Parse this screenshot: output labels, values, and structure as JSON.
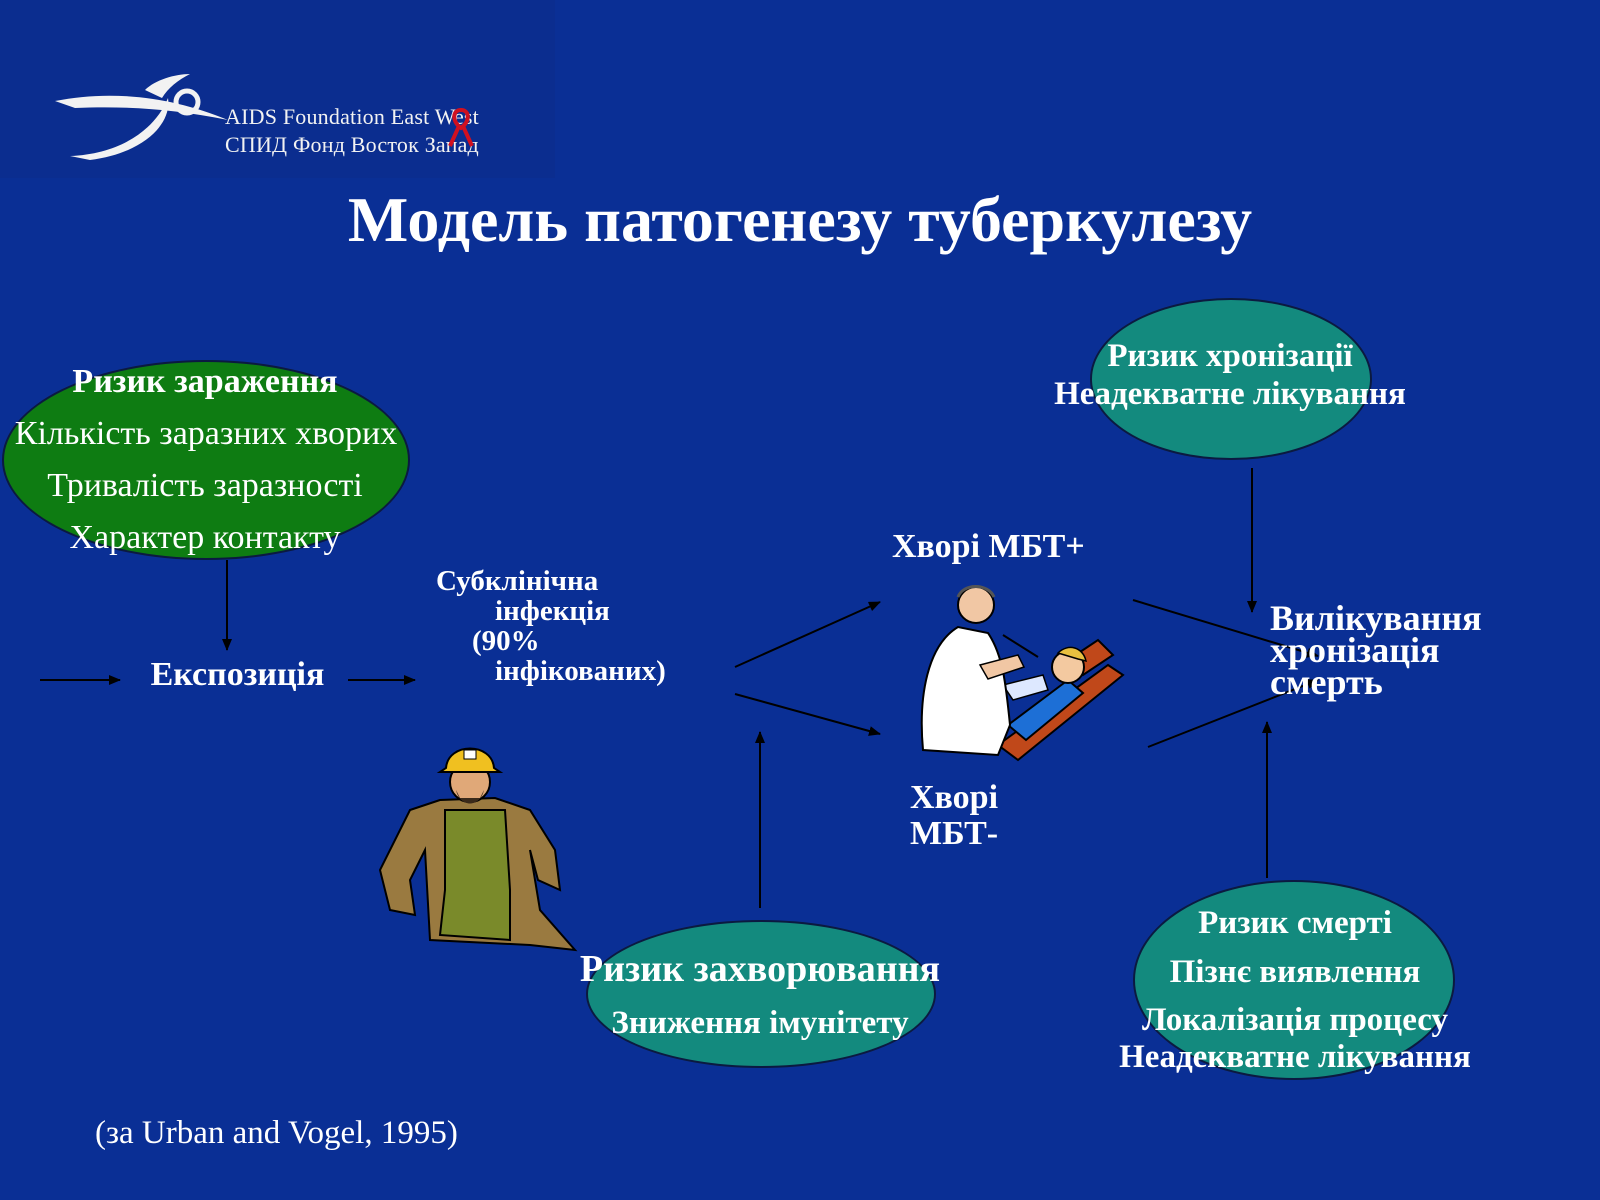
{
  "logo": {
    "line1": "AIDS Foundation East West",
    "line2": "СПИД Фонд Восток Запад"
  },
  "title": "Модель патогенезу туберкулезу",
  "colors": {
    "background": "#0a2f95",
    "green_ellipse": "#0e7c12",
    "teal_ellipse": "#138a7e",
    "arrow": "#000000",
    "text": "#ffffff"
  },
  "risk_infection": {
    "heading": "Ризик зараження",
    "lines": [
      "Кількість заразних хворих",
      "Тривалість заразності",
      "Характер контакту"
    ]
  },
  "exposure": "Експозиція",
  "subclinical": {
    "line1": "Субклінічна",
    "line2": "інфекція",
    "line3": "(90%",
    "line4": "інфікованих)"
  },
  "patients_pos": "Хворі МБТ+",
  "patients_neg": {
    "line1": "Хворі",
    "line2": "МБТ-"
  },
  "risk_chronic": {
    "heading": "Ризик хронізації",
    "line1": "Неадекватне лікування"
  },
  "outcomes": {
    "line1": "Вилікування",
    "line2": "хронізація",
    "line3": "смерть"
  },
  "risk_disease": {
    "heading": "Ризик захворювання",
    "line1": "Зниження імунітету"
  },
  "risk_death": {
    "heading": "Ризик смерті",
    "line1": "Пізнє виявлення",
    "line2": "Локалізація процесу",
    "line3": "Неадекватне лікування"
  },
  "citation": "(за Urban and Vogel, 1995)",
  "icons": [
    "logo-swoosh-icon",
    "red-ribbon-icon",
    "miner-clipart-icon",
    "doctor-patient-clipart-icon"
  ]
}
